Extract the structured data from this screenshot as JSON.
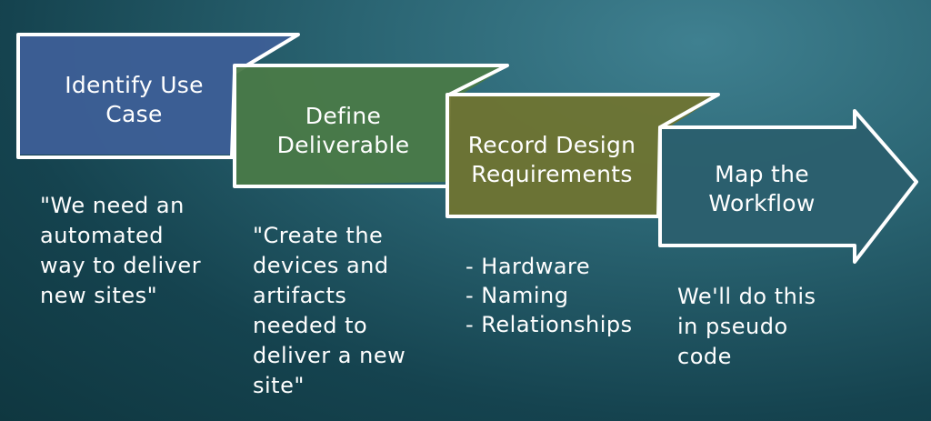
{
  "steps": [
    {
      "title_line1": "Identify Use",
      "title_line2": "Case",
      "fill": "#3d5f97"
    },
    {
      "title_line1": "Define",
      "title_line2": "Deliverable",
      "fill": "#4a7a48"
    },
    {
      "title_line1": "Record Design",
      "title_line2": "Requirements",
      "fill": "#6f7432"
    },
    {
      "title_line1": "Map the",
      "title_line2": "Workflow",
      "fill": "#2b5f6e"
    }
  ],
  "notes": {
    "step1": "\"We need an\nautomated\nway to deliver\nnew sites\"",
    "step2": "\"Create the\ndevices and\nartifacts\nneeded to\ndeliver a new\nsite\"",
    "step3_items": [
      "- Hardware",
      "- Naming",
      "- Relationships"
    ],
    "step4": "We'll do this\nin pseudo\ncode"
  }
}
